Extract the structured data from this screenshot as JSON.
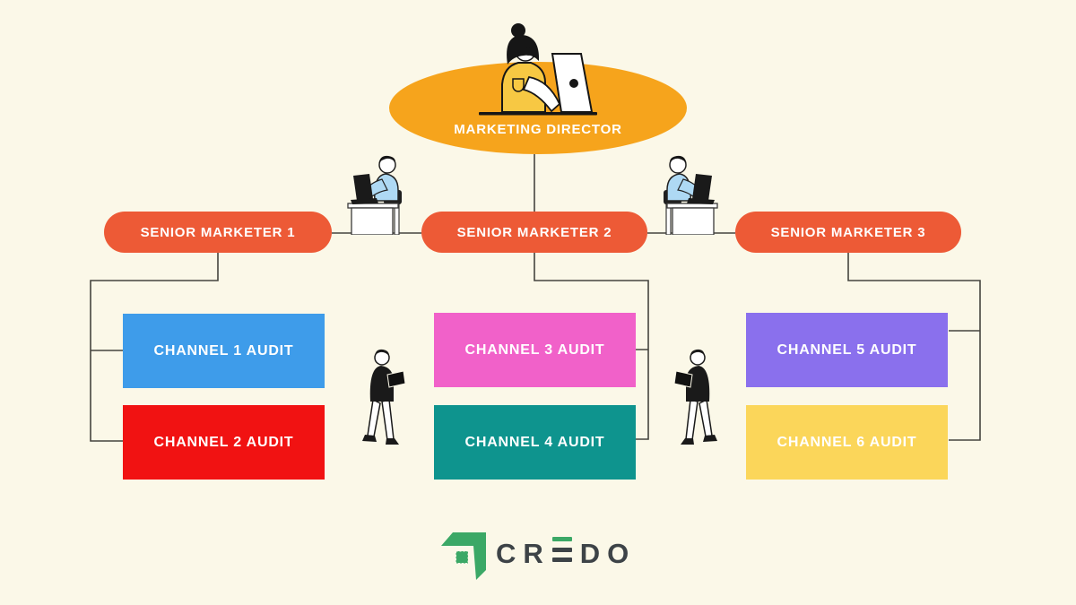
{
  "page": {
    "background": "#FBF8E8",
    "connector_color": "#45443F"
  },
  "director": {
    "label": "MARKETING DIRECTOR",
    "fill": "#F6A41C"
  },
  "branches": [
    {
      "manager": {
        "label": "SENIOR MARKETER 1",
        "fill": "#ED5A36"
      },
      "channels": [
        {
          "label": "CHANNEL 1 AUDIT",
          "fill": "#3E9CEA"
        },
        {
          "label": "CHANNEL 2 AUDIT",
          "fill": "#F11212"
        }
      ]
    },
    {
      "manager": {
        "label": "SENIOR MARKETER 2",
        "fill": "#ED5A36"
      },
      "channels": [
        {
          "label": "CHANNEL 3 AUDIT",
          "fill": "#F161C9"
        },
        {
          "label": "CHANNEL 4 AUDIT",
          "fill": "#0E948E"
        }
      ]
    },
    {
      "manager": {
        "label": "SENIOR MARKETER 3",
        "fill": "#ED5A36"
      },
      "channels": [
        {
          "label": "CHANNEL 5 AUDIT",
          "fill": "#8A70ED"
        },
        {
          "label": "CHANNEL 6 AUDIT",
          "fill": "#FBD65A"
        }
      ]
    }
  ],
  "logo": {
    "brand": "CREDO",
    "wordmark_left": "CR",
    "wordmark_right": "DO",
    "green": "#3BA866",
    "dark": "#3D4347"
  },
  "illustrations": {
    "director": "woman-working-on-laptop",
    "desk_worker_left": "man-sitting-at-desk-with-laptop",
    "desk_worker_right": "man-sitting-at-desk-with-laptop-mirrored",
    "walker_left": "man-walking-with-laptop",
    "walker_right": "man-walking-with-laptop-mirrored"
  }
}
